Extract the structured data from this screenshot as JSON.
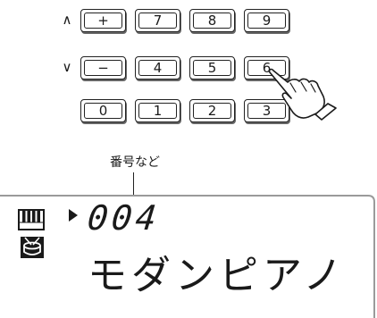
{
  "keypad": {
    "rows": [
      {
        "arrow": "∧",
        "keys": [
          "+",
          "7",
          "8",
          "9"
        ]
      },
      {
        "arrow": "∨",
        "keys": [
          "−",
          "4",
          "5",
          "6"
        ]
      },
      {
        "arrow": "",
        "keys": [
          "0",
          "1",
          "2",
          "3"
        ]
      }
    ]
  },
  "callout": {
    "label": "番号など"
  },
  "display": {
    "number": "004",
    "name": "モダンピアノ",
    "icons": [
      "keyboard-icon",
      "drum-icon",
      "play-indicator-icon",
      "pressing-hand-icon"
    ]
  }
}
